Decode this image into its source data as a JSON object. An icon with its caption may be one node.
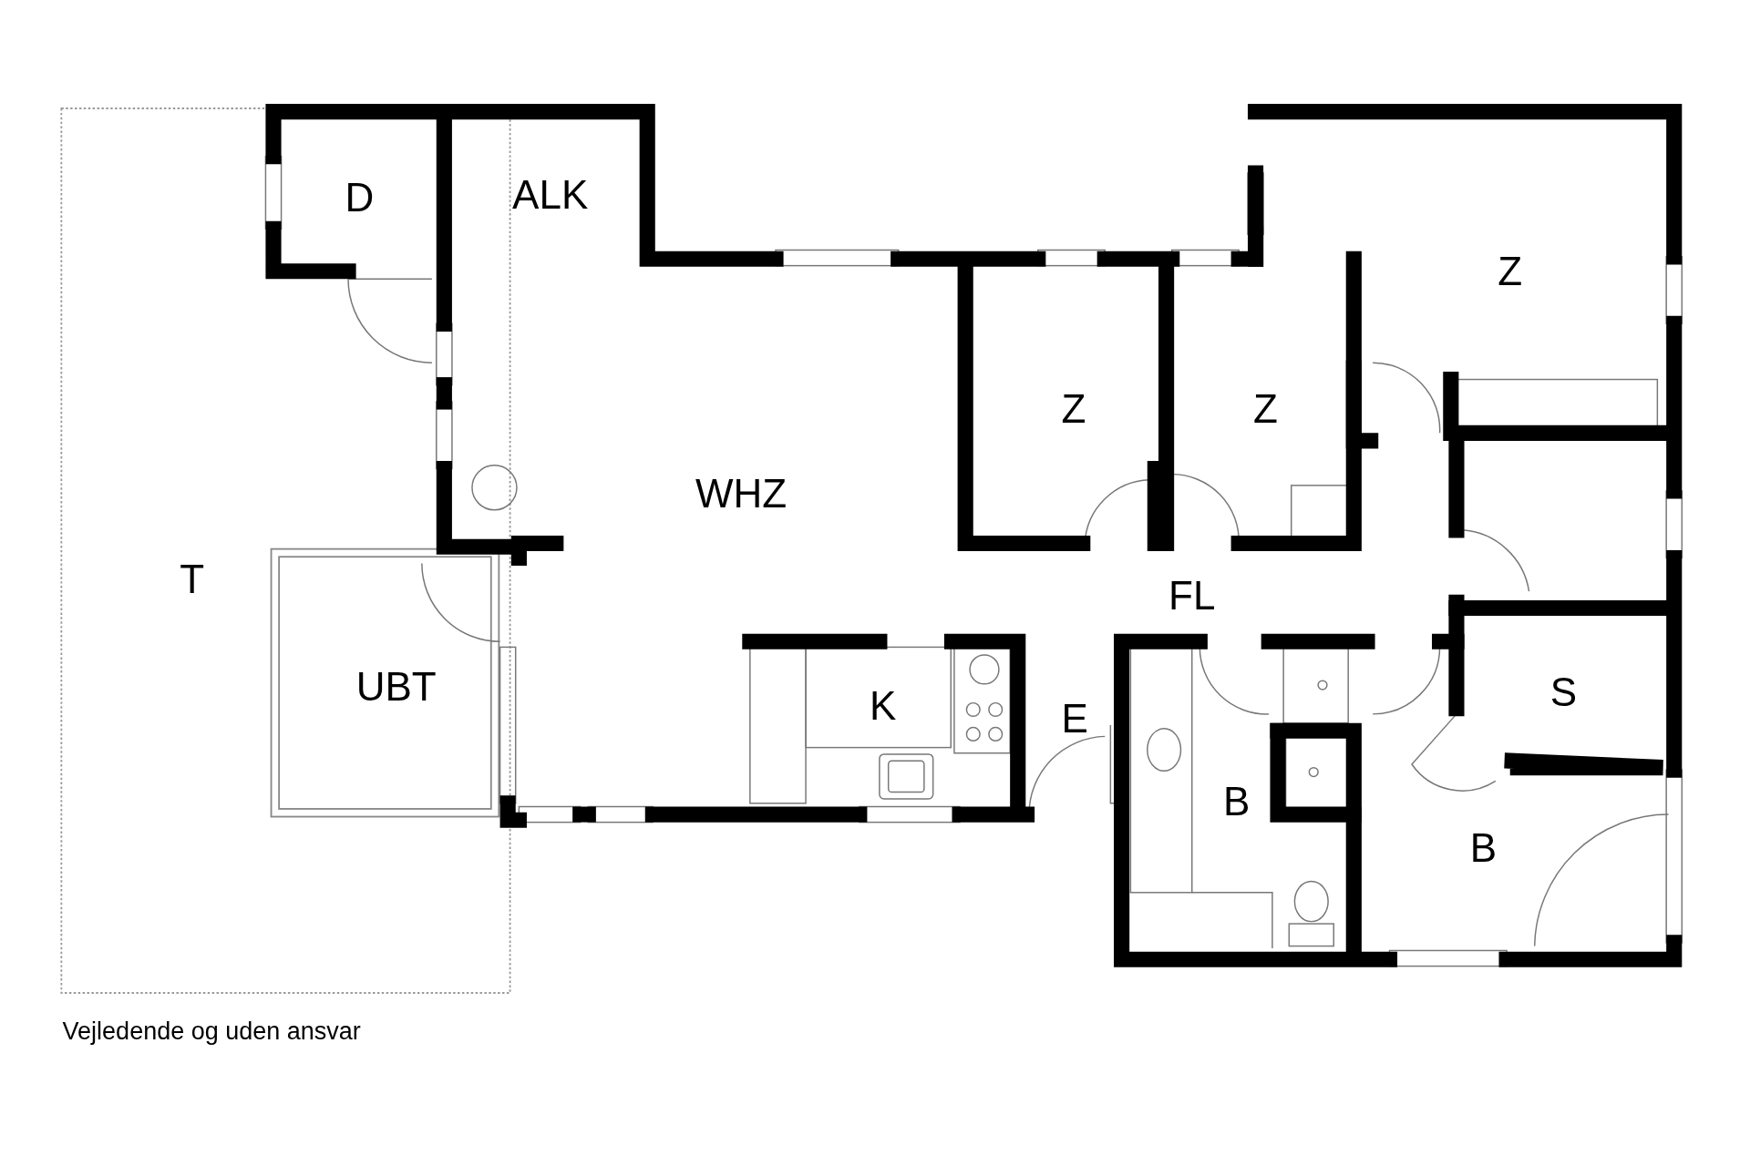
{
  "diagram": {
    "labels": [
      "D",
      "ALK",
      "Z",
      "Z",
      "Z",
      "WHZ",
      "T",
      "FL",
      "UBT",
      "S",
      "K",
      "E",
      "B",
      "B",
      "Vejledende og uden ansvar"
    ]
  }
}
